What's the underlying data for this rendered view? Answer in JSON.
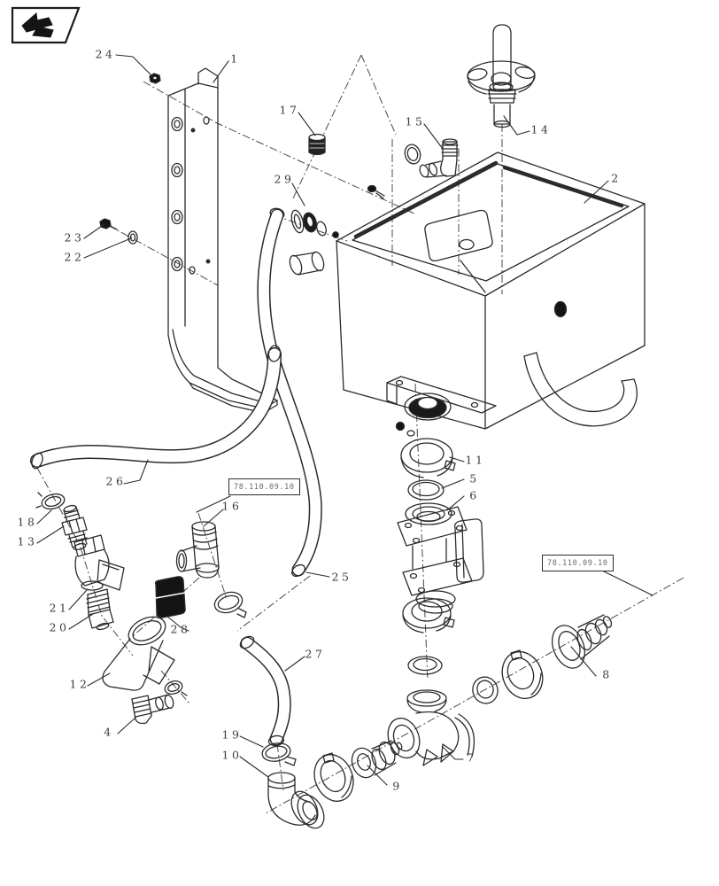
{
  "nav": {
    "back_icon": "page-back-arrow"
  },
  "callouts": {
    "n1": "1",
    "n2": "2",
    "n4": "4",
    "n5": "5",
    "n6": "6",
    "n7": "7",
    "n8": "8",
    "n9": "9",
    "n10": "10",
    "n11": "11",
    "n12": "12",
    "n13": "13",
    "n14": "14",
    "n15": "15",
    "n16": "16",
    "n17": "17",
    "n18": "18",
    "n19": "19",
    "n20": "20",
    "n21": "21",
    "n22": "22",
    "n23": "23",
    "n24": "24",
    "n25": "25",
    "n26": "26",
    "n27": "27",
    "n28": "28",
    "n29": "29"
  },
  "references": {
    "left": "78.110.09.10",
    "right": "78.110.09.10"
  }
}
